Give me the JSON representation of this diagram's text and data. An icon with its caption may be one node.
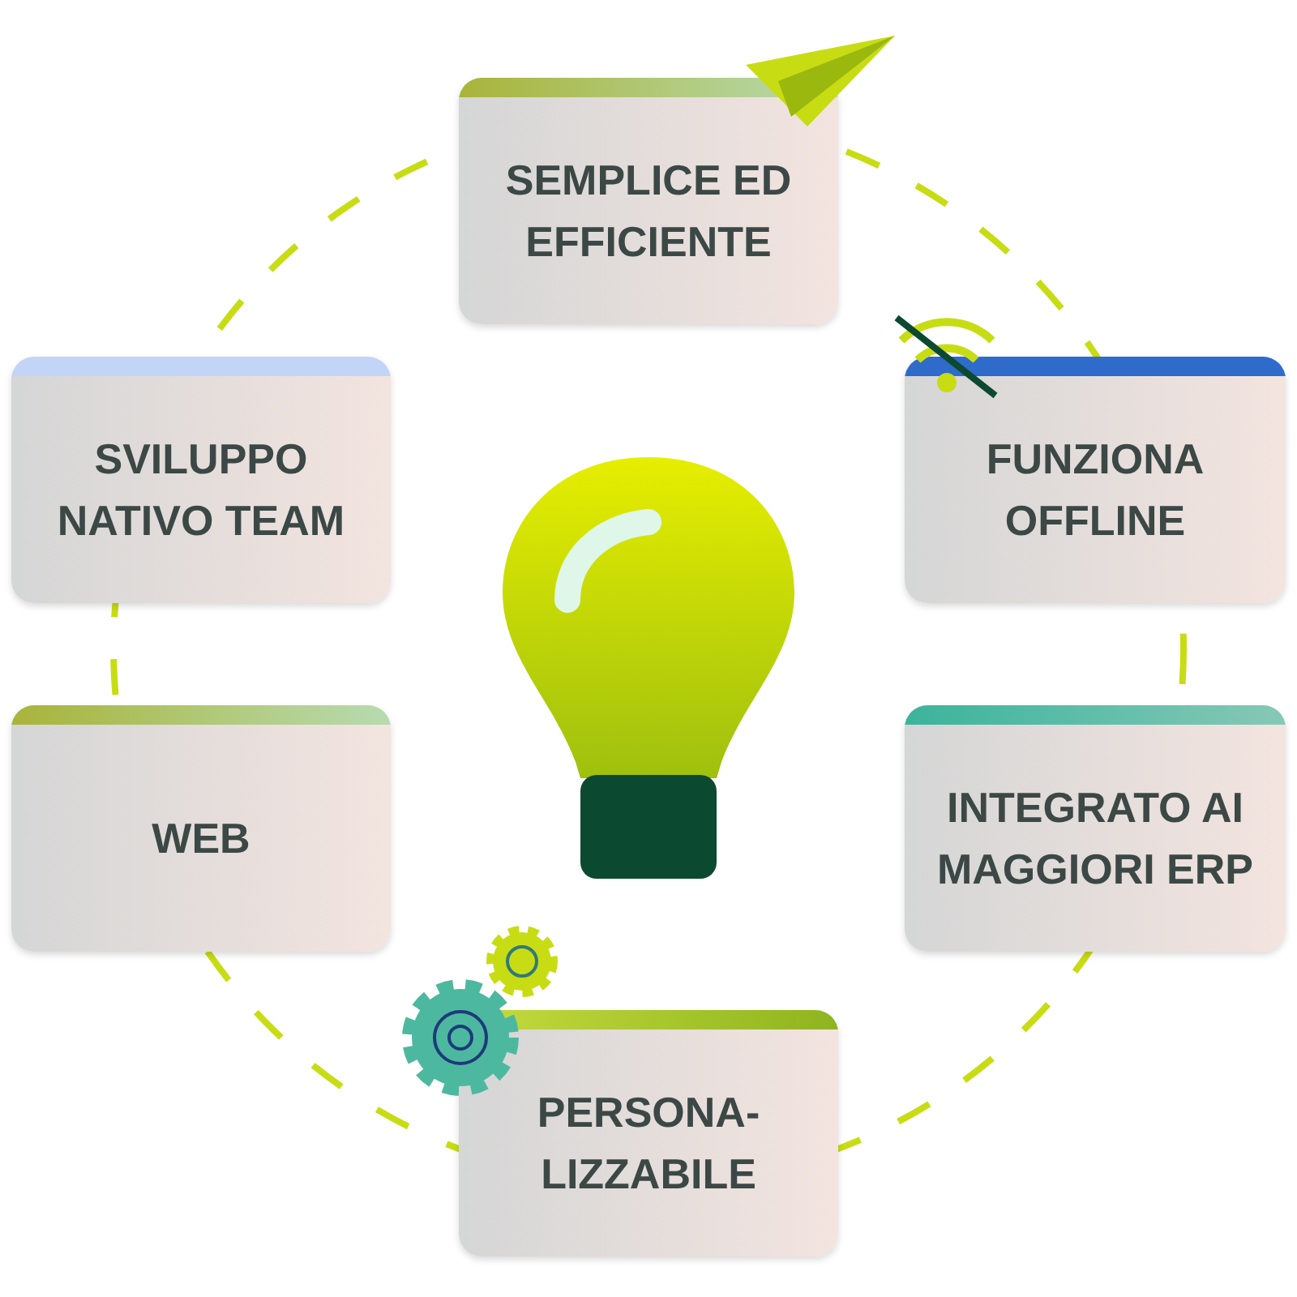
{
  "diagram": {
    "nodes": [
      {
        "text": [
          "SEMPLICE ED EFFICIENTE"
        ]
      },
      {
        "text": [
          "SVILUPPO NATIVO TEAM"
        ]
      },
      {
        "text": [
          "FUNZIONA OFFLINE"
        ]
      },
      {
        "text": [
          "WEB"
        ]
      },
      {
        "text": [
          "INTEGRATO AI MAGGIORI ERP"
        ]
      },
      {
        "text": [
          "PERSONA-LIZZABILE"
        ]
      }
    ]
  }
}
